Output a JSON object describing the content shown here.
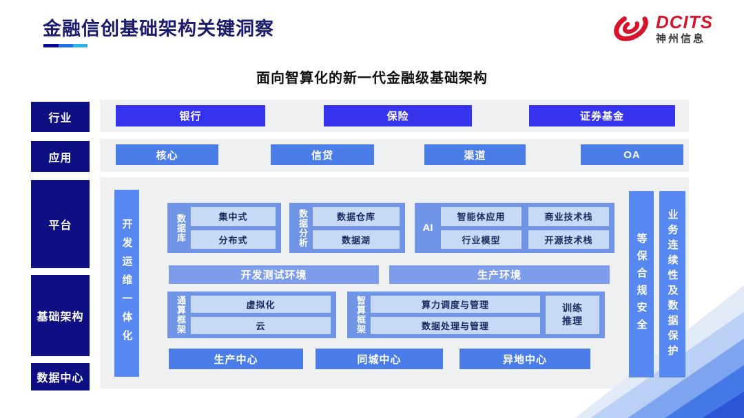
{
  "header": {
    "title": "金融信创基础架构关键洞察",
    "logo": {
      "brand": "DCITS",
      "company": "神州信息"
    }
  },
  "diagram": {
    "title": "面向智算化的新一代金融级基础架构",
    "layer_labels": {
      "industry": "行业",
      "application": "应用",
      "platform": "平台",
      "infrastructure": "基础架构",
      "datacenter": "数据中心"
    },
    "industry": [
      "银行",
      "保险",
      "证券基金"
    ],
    "application": [
      "核心",
      "信贷",
      "渠道",
      "OA"
    ],
    "devops_bar": "开发运维一体化",
    "security_bar": "等保合规安全",
    "continuity_bar": "业务连续性及数据保护",
    "database": {
      "label": "数据库",
      "items": [
        "集中式",
        "分布式"
      ]
    },
    "analytics": {
      "label": "数据分析",
      "items": [
        "数据仓库",
        "数据湖"
      ]
    },
    "ai": {
      "label": "AI",
      "items": [
        "智能体应用",
        "商业技术栈",
        "行业模型",
        "开源技术栈"
      ]
    },
    "environments": [
      "开发测试环境",
      "生产环境"
    ],
    "general_compute": {
      "label": "通算框架",
      "items": [
        "虚拟化",
        "云"
      ]
    },
    "intelligent_compute": {
      "label": "智算框架",
      "items": [
        "算力调度与管理",
        "数据处理与管理",
        "训练推理"
      ]
    },
    "centers": [
      "生产中心",
      "同城中心",
      "异地中心"
    ]
  },
  "colors": {
    "brand_red": "#D6152C",
    "title_navy": "#1C1C6E",
    "layer_label_navy": "#0E0F82",
    "industry_button_blue": "#3533ED",
    "application_button_blue": "#4A7DE8",
    "vertical_bar_blue": "#5787F1",
    "group_blue": "#7095E7",
    "chip_light_blue": "#C8D9F5",
    "band_gray": "#EFF0F2",
    "underline": [
      "#0B0B9B",
      "#1F6FE8",
      "#2FB3EA"
    ]
  }
}
